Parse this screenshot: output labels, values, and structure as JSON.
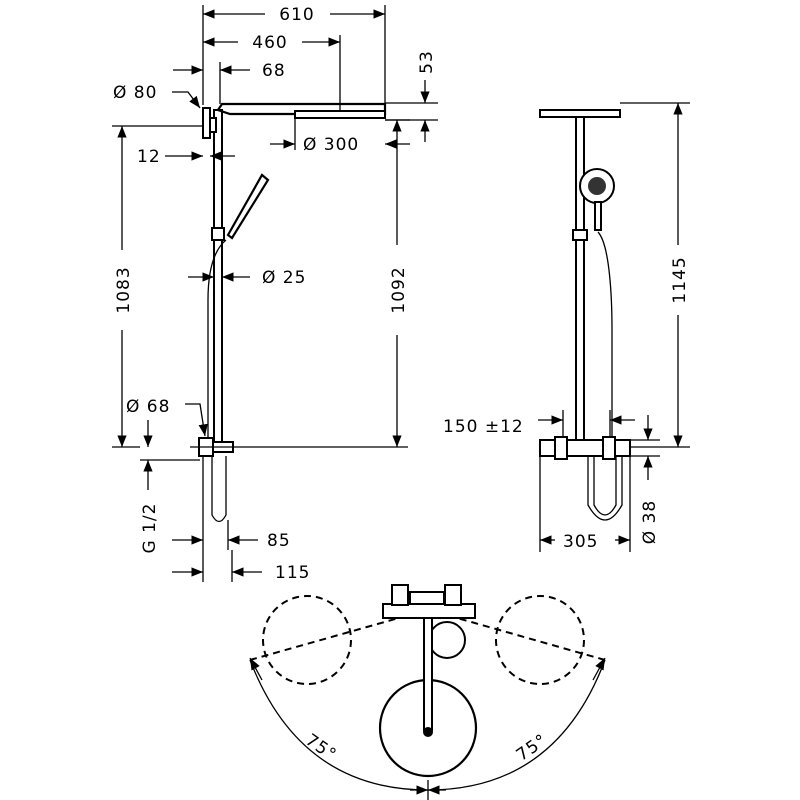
{
  "title": "Shower system dimension drawing",
  "side_view": {
    "width_total": "610",
    "arm_length": "460",
    "bracket_offset": "68",
    "head_height": "53",
    "bracket_diameter": "Ø 80",
    "head_diameter": "Ø 300",
    "wall_gap": "12",
    "height_to_bracket": "1083",
    "pipe_diameter": "Ø 25",
    "height_to_head": "1092",
    "mixer_diameter": "Ø 68",
    "connection": "G 1/2",
    "depth_min": "85",
    "depth_max": "115"
  },
  "front_view": {
    "height_total": "1145",
    "connection_spacing": "150 ±12",
    "mixer_width": "305",
    "mixer_diameter": "Ø 38"
  },
  "top_view": {
    "angle_left": "75°",
    "angle_right": "75°"
  }
}
